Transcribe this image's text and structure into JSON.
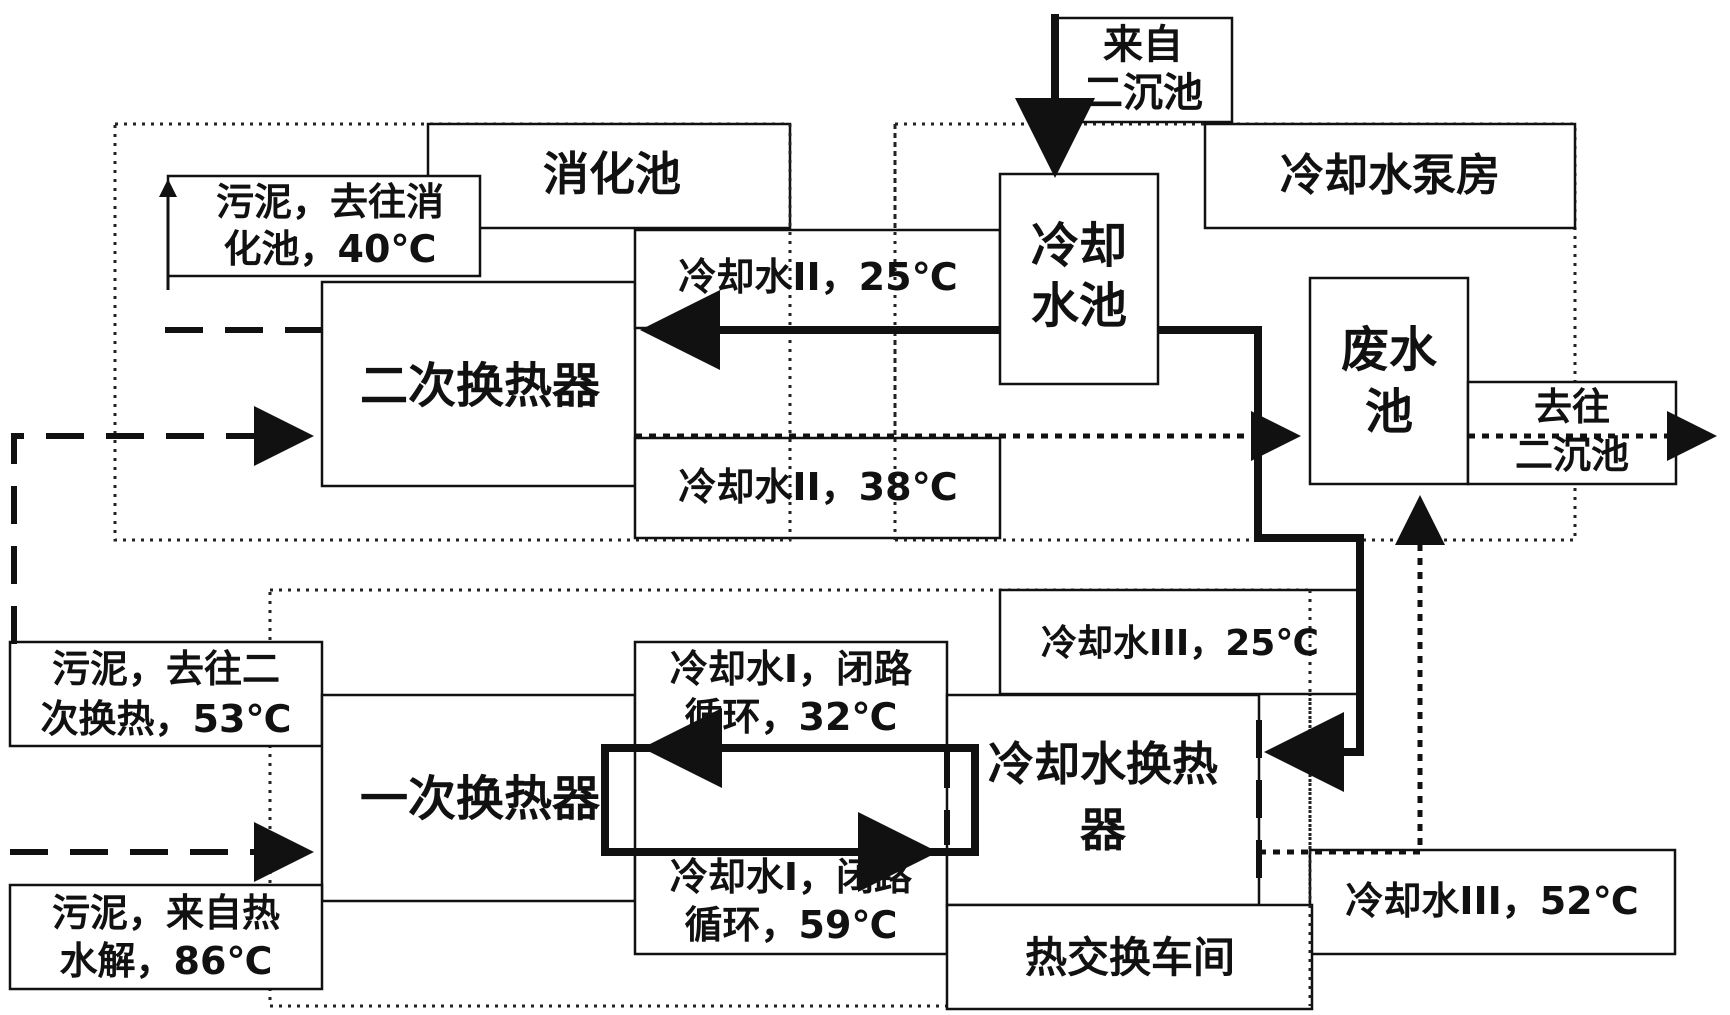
{
  "regions": {
    "digester_area": "消化池",
    "pump_house": "冷却水泵房",
    "heat_exchange_workshop": "热交换车间"
  },
  "units": {
    "secondary_exchanger": "二次换热器",
    "primary_exchanger": "一次换热器",
    "cooling_pool_line1": "冷却",
    "cooling_pool_line2": "水池",
    "waste_pool_line1": "废水",
    "waste_pool_line2": "池",
    "cooling_exchanger_line1": "冷却水换热",
    "cooling_exchanger_line2": "器"
  },
  "streams": {
    "sludge_to_digester_line1": "污泥，去往消",
    "sludge_to_digester_line2": "化池，40℃",
    "from_clarifier_line1": "来自",
    "from_clarifier_line2": "二沉池",
    "cw2_25_label": "冷却水II，25℃",
    "cw2_38_label": "冷却水II，38℃",
    "to_clarifier_line1": "去往",
    "to_clarifier_line2": "二沉池",
    "cw3_25_label": "冷却水III，25℃",
    "cw3_52_label": "冷却水III，52℃",
    "sludge_to_secondary_line1": "污泥，去往二",
    "sludge_to_secondary_line2": "次换热，53℃",
    "sludge_from_hydrolysis_line1": "污泥，来自热",
    "sludge_from_hydrolysis_line2": "水解，86℃",
    "cw1_32_line1": "冷却水I，闭路",
    "cw1_32_line2": "循环，32℃",
    "cw1_59_line1": "冷却水I，闭路",
    "cw1_59_line2": "循环，59℃"
  }
}
